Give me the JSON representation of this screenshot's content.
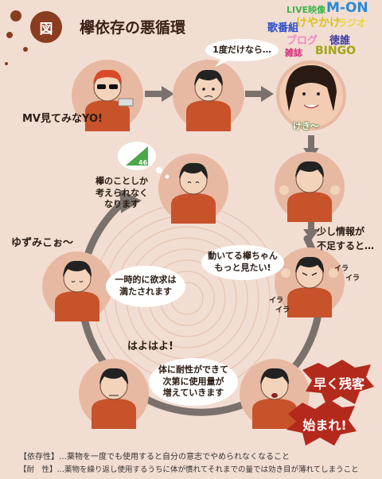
{
  "title": {
    "badge": "図",
    "text": "欅依存の悪循環"
  },
  "decorations": [
    {
      "text": "LIVE映像",
      "color": "#3db34a",
      "size": 11
    },
    {
      "text": "M-ON",
      "color": "#2a8ad8",
      "size": 17
    },
    {
      "text": "歌番組",
      "color": "#2b4dc9",
      "size": 13
    },
    {
      "text": "けやかけ",
      "color": "#d9c21a",
      "size": 14
    },
    {
      "text": "ラジオ",
      "color": "#e8d838",
      "size": 12
    },
    {
      "text": "ブログ",
      "color": "#ee86c0",
      "size": 13
    },
    {
      "text": "徳誰",
      "color": "#3a3aa0",
      "size": 13
    },
    {
      "text": "雑誌",
      "color": "#d6287a",
      "size": 11
    },
    {
      "text": "BINGO",
      "color": "#a4a416",
      "size": 14
    }
  ],
  "bubbles": {
    "once": "1度だけなら…",
    "keyaki": "欅のことしか\n考えられなく\nなります",
    "temporary": "一時的に欲求は\n満たされます",
    "moving": "動いてる欅ちゃん\nもっと見たい!",
    "tolerance": "体に耐性ができて\n次第に使用量が\n増えていきます"
  },
  "labels": {
    "mv": "MV見てみなYO!",
    "shortage": "少し情報が\n不足すると…",
    "yuzumi": "ゆずみこぉ～",
    "hayo": "はよはよ!",
    "ira": "イラ",
    "logo": "46",
    "photo_caption": "けき〜"
  },
  "bursts": {
    "early": "早く残客",
    "start": "始まれ!"
  },
  "footer": {
    "line1_term": "【依存性】",
    "line1_text": "…薬物を一度でも使用すると自分の意志でやめられなくなること",
    "line2_term": "【耐　性】",
    "line2_text": "…薬物を繰り返し使用するうちに体が慣れてそれまでの量では効き目が薄れてしまうこと"
  },
  "colors": {
    "background": "#f2ddd2",
    "circle": "#e8b9a2",
    "ring": "#e6c3b0",
    "arrow": "#7a716c",
    "shirt": "#c8522a",
    "hair": "#222222",
    "burst": "#b32a1d",
    "accent": "#8a3d20",
    "logo_green": "#4aa84a"
  }
}
